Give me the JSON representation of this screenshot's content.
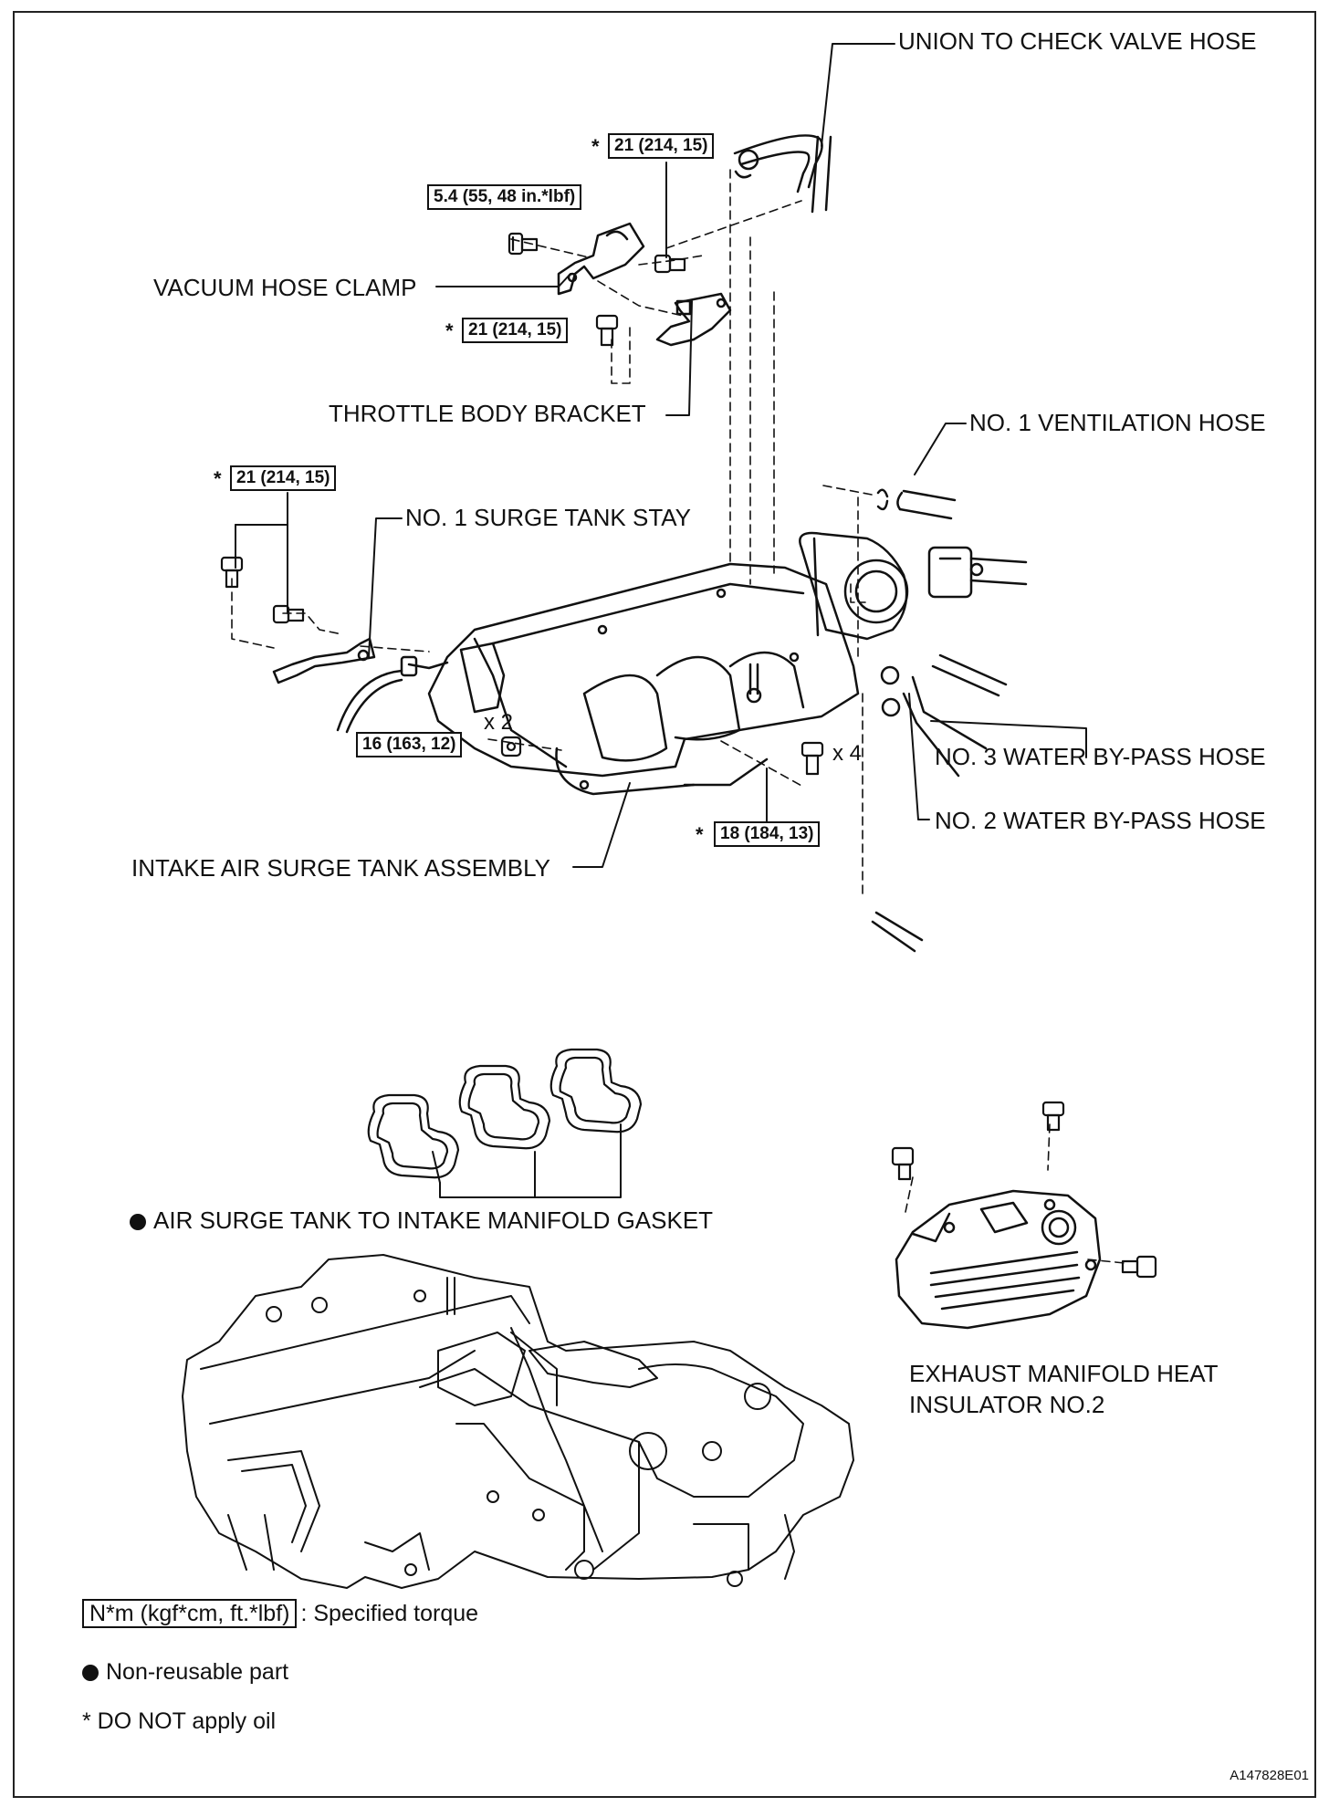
{
  "labels": {
    "union_hose": "UNION TO CHECK VALVE HOSE",
    "vacuum_clamp": "VACUUM HOSE CLAMP",
    "throttle_bracket": "THROTTLE BODY BRACKET",
    "vent_hose": "NO. 1 VENTILATION HOSE",
    "surge_stay": "NO. 1 SURGE TANK STAY",
    "water_hose_3": "NO. 3 WATER BY-PASS HOSE",
    "water_hose_2": "NO. 2 WATER BY-PASS HOSE",
    "surge_tank": "INTAKE AIR SURGE TANK ASSEMBLY",
    "gasket": "AIR SURGE TANK TO INTAKE MANIFOLD GASKET",
    "insulator_line1": "EXHAUST MANIFOLD HEAT",
    "insulator_line2": "INSULATOR NO.2"
  },
  "torques": {
    "t1": "21 (214, 15)",
    "t2": "5.4 (55, 48 in.*lbf)",
    "t3": "21 (214, 15)",
    "t4": "21 (214, 15)",
    "t5": "16 (163, 12)",
    "t6": "18 (184, 13)"
  },
  "quantities": {
    "q2": "x 2",
    "q4": "x 4"
  },
  "marks": {
    "asterisk": "*"
  },
  "legend": {
    "torque_unit": "N*m (kgf*cm, ft.*lbf)",
    "torque_desc": ": Specified torque",
    "nonreusable": "Non-reusable part",
    "no_oil": "* DO NOT apply oil"
  },
  "figure_code": "A147828E01"
}
